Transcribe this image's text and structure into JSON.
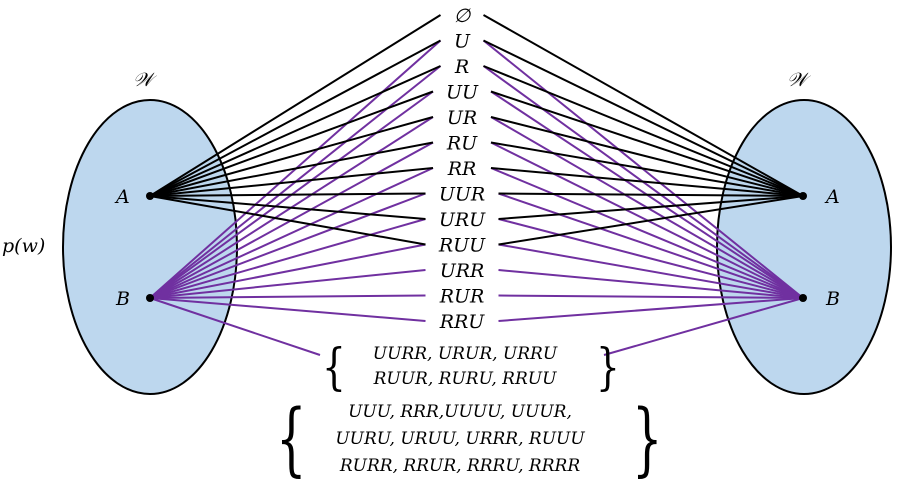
{
  "world_left": {
    "label": "𝒲",
    "nodes": [
      "A",
      "B"
    ],
    "side_label": "p(w)"
  },
  "world_right": {
    "label": "𝒲",
    "nodes": [
      "A",
      "B"
    ]
  },
  "sequences": [
    "∅",
    "U",
    "R",
    "UU",
    "UR",
    "RU",
    "RR",
    "UUR",
    "URU",
    "RUU",
    "URR",
    "RUR",
    "RRU"
  ],
  "set_group_1": [
    "UURR, URUR, URRU",
    "RUUR, RURU, RRUU"
  ],
  "set_group_2": [
    "UUU, RRR,UUUU, UUUR,",
    "UURU, URUU, URRR, RUUU",
    "RURR, RRUR, RRRU, RRRR"
  ],
  "colors": {
    "black_edge": "#000000",
    "purple_edge": "#7030a0",
    "ellipse_fill": "#bdd7ee",
    "ellipse_stroke": "#000000"
  },
  "edges_left_A": [
    0,
    1,
    2,
    3,
    4,
    5,
    6,
    7,
    8,
    9
  ],
  "edges_left_B": [
    1,
    2,
    3,
    4,
    5,
    6,
    7,
    8,
    9,
    10,
    11,
    12,
    "g1"
  ],
  "edges_right_A": [
    0,
    1,
    2,
    3,
    4,
    5,
    6,
    7,
    8,
    9
  ],
  "edges_right_B": [
    1,
    2,
    3,
    4,
    5,
    6,
    7,
    8,
    9,
    10,
    11,
    12,
    "g1"
  ]
}
